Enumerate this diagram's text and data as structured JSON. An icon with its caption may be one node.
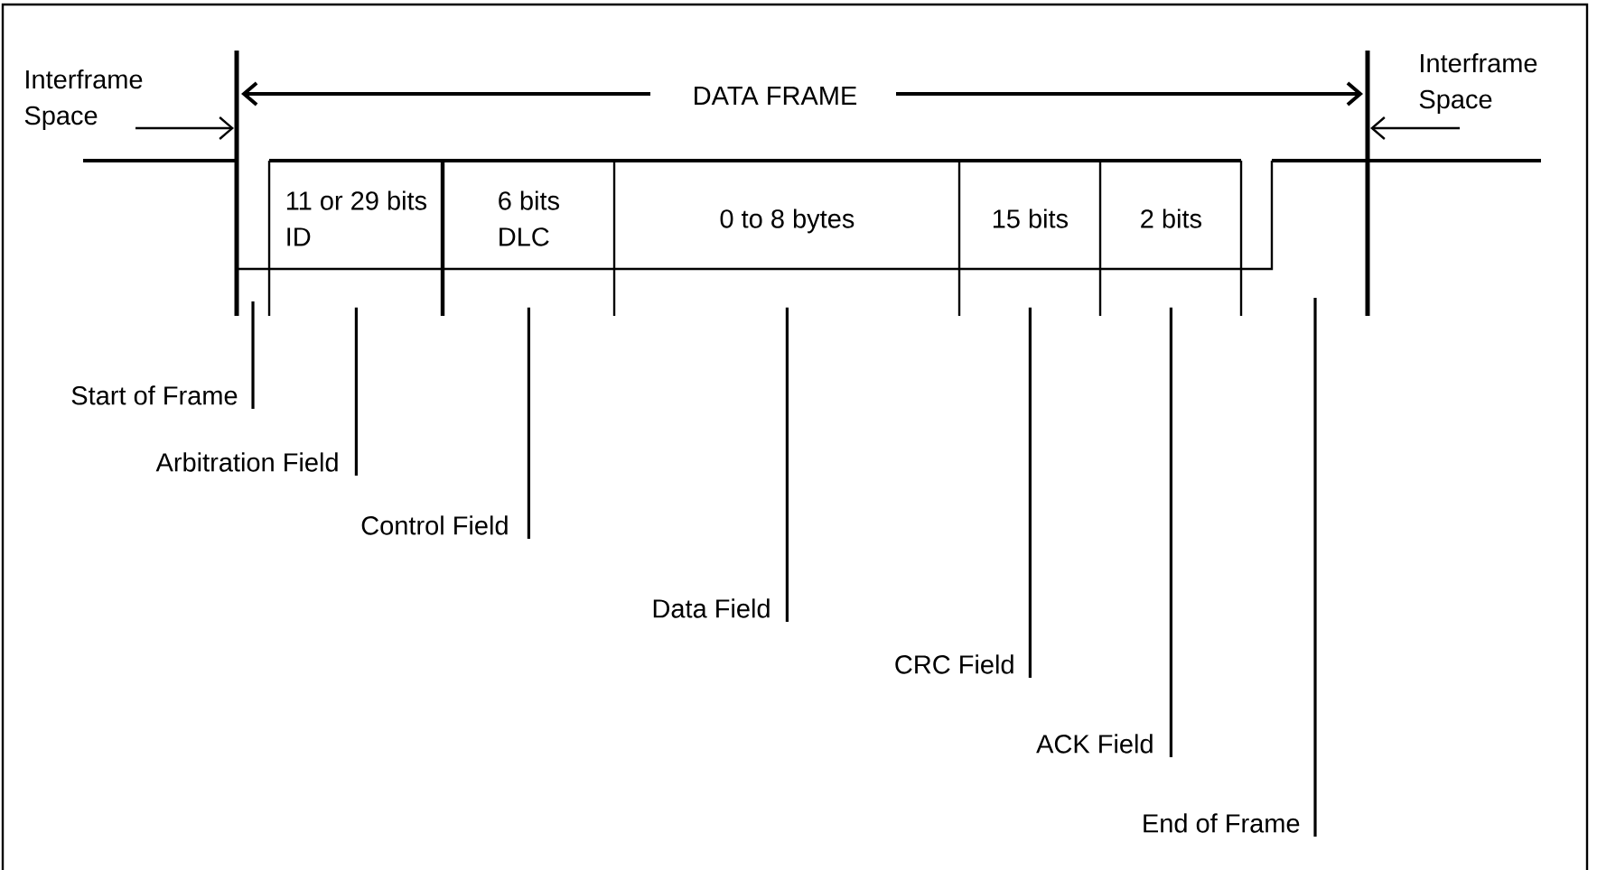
{
  "diagram": {
    "nodes": [
      {
        "text": [
          "11 or 29 bits",
          "ID"
        ]
      },
      {
        "text": [
          "6 bits",
          "DLC"
        ]
      },
      {
        "text": [
          "0 to 8 bytes"
        ]
      },
      {
        "text": [
          "15 bits"
        ]
      },
      {
        "text": [
          "2 bits"
        ]
      },
      {
        "text": [
          "Start of Frame"
        ]
      },
      {
        "text": [
          "Arbitration Field"
        ]
      },
      {
        "text": [
          "Control Field"
        ]
      },
      {
        "text": [
          "Data Field"
        ]
      },
      {
        "text": [
          "CRC Field"
        ]
      },
      {
        "text": [
          "ACK Field"
        ]
      },
      {
        "text": [
          "End of Frame"
        ]
      }
    ],
    "edges": [
      {
        "from": 5,
        "to": null,
        "arrow": "none"
      },
      {
        "from": 6,
        "to": 0,
        "arrow": "none"
      },
      {
        "from": 7,
        "to": 1,
        "arrow": "none"
      },
      {
        "from": 8,
        "to": 2,
        "arrow": "none"
      },
      {
        "from": 9,
        "to": 3,
        "arrow": "none"
      },
      {
        "from": 10,
        "to": 4,
        "arrow": "none"
      },
      {
        "from": 11,
        "to": null,
        "arrow": "none"
      }
    ],
    "labels": [
      "Interframe Space",
      "DATA FRAME",
      "Interframe Space"
    ]
  }
}
